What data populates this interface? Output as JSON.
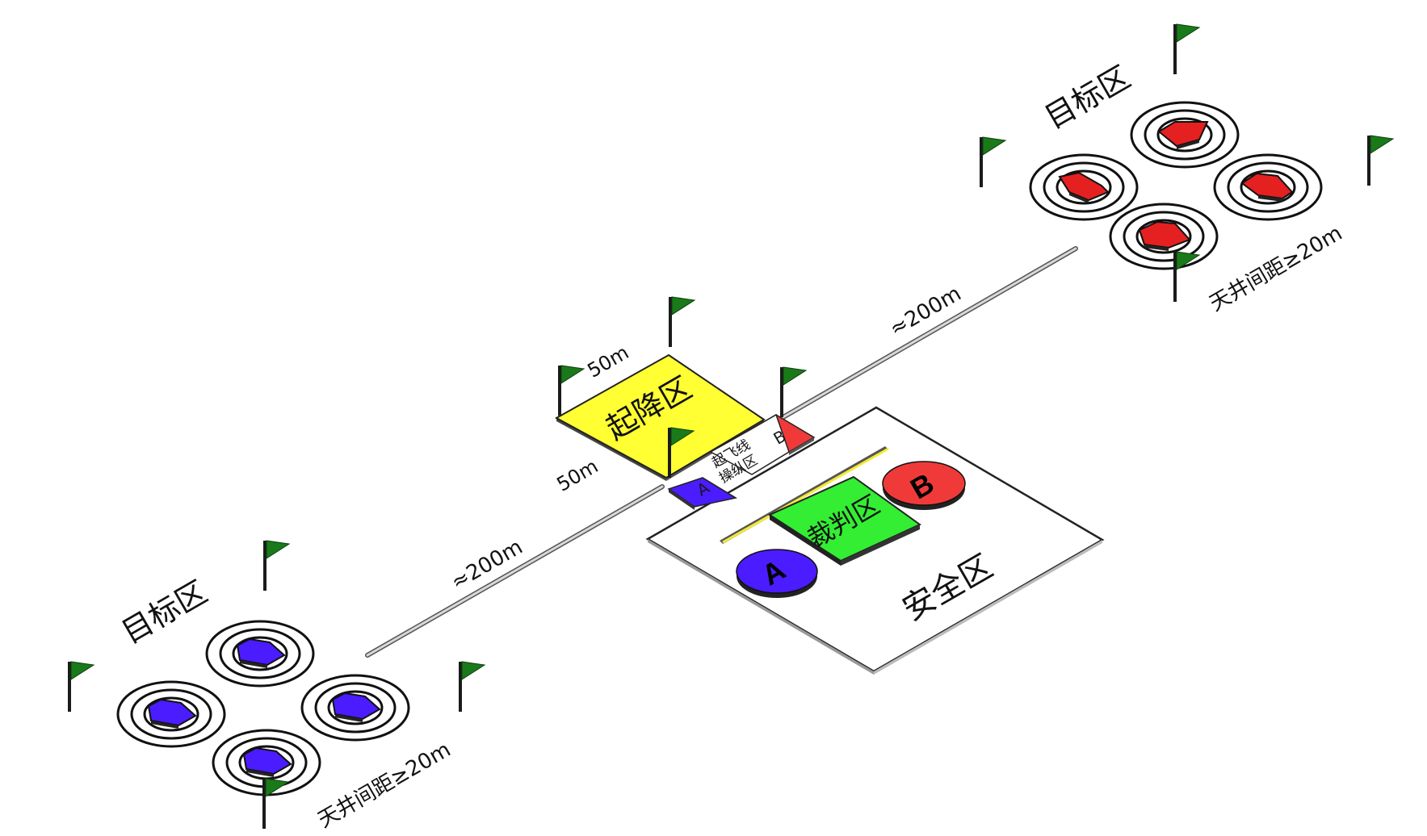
{
  "labels": {
    "target_zone_top": "目标区",
    "target_zone_bottom": "目标区",
    "takeoff_landing_zone": "起降区",
    "takeoff_line": "起飞线",
    "control_zone": "操纵区",
    "referee_zone": "裁判区",
    "safety_zone": "安全区",
    "dim_50m_top": "50m",
    "dim_50m_left": "50m",
    "dist_200m_upper": "≈200m",
    "dist_200m_lower": "≈200m",
    "well_spacing_top": "天井间距≥20m",
    "well_spacing_bottom": "天井间距≥20m",
    "slot_a": "A",
    "slot_b": "B",
    "team_a": "A",
    "team_b": "B"
  },
  "colors": {
    "takeoff_zone": "#ffff33",
    "team_a": "#4b1cff",
    "team_b": "#f03a3a",
    "referee_zone": "#33ee33",
    "flag": "#1a7a1a",
    "target_blue": "#4b1cff",
    "target_red": "#e52020",
    "safety_zone": "#ffffff"
  },
  "icons": {
    "flag": "flag-icon",
    "target_well": "target-well-icon"
  }
}
